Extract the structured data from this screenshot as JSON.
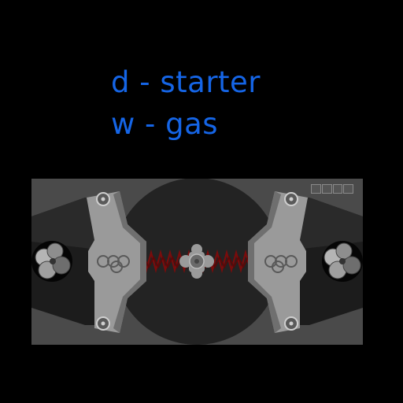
{
  "instructions": {
    "line1": "d - starter",
    "line2": "w - gas"
  },
  "colors": {
    "text": "#1565e6",
    "background": "#000000",
    "panel": "#4a4a4a",
    "chamber": "#232323",
    "arm": "#9a9a9a",
    "spring": "#7a0c0c"
  },
  "hud": {
    "cells": 4
  }
}
